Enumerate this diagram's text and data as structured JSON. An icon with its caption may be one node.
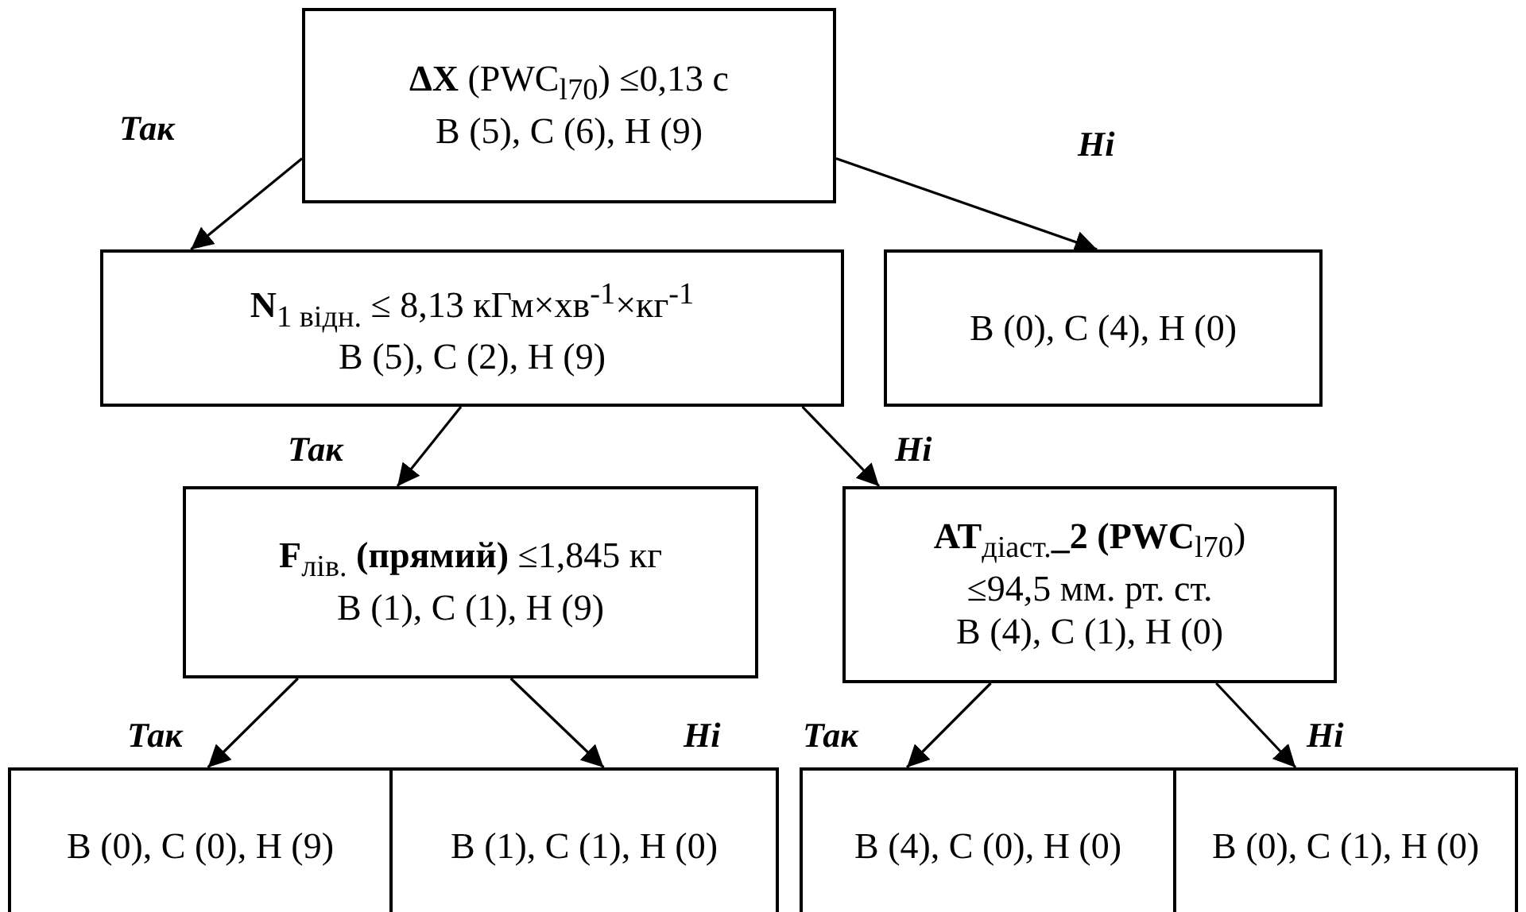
{
  "diagram": {
    "nodes": [
      {
        "text": [
          "**ΔX** (PWC$_{l70}$) ≤0,13 с",
          "В (5), С (6), Н (9)"
        ]
      },
      {
        "text": [
          "**N**$_{1 відн.}$ ≤ 8,13 кГм×хв$^{-1}$×кг$^{-1}$",
          "В (5), С (2), Н (9)"
        ]
      },
      {
        "text": [
          "В (0), С (4), Н (0)"
        ]
      },
      {
        "text": [
          "**F**$_{лів.}$ **(прямий)** ≤1,845 кг",
          "В (1), С (1), Н (9)"
        ]
      },
      {
        "text": [
          "**AT**$_{діаст.}$**_2 (PWC**$_{l70}$)",
          "≤94,5 мм. рт. ст.",
          "В (4), С (1), Н (0)"
        ]
      },
      {
        "text": [
          "В (0), С (0), Н (9)"
        ]
      },
      {
        "text": [
          "В (1), С (1), Н (0)"
        ]
      },
      {
        "text": [
          "В (4), С (0), Н (0)"
        ]
      },
      {
        "text": [
          "В (0), С (1), Н (0)"
        ]
      }
    ],
    "edges": [
      {
        "from": 0,
        "to": 1,
        "arrow": "to",
        "label": "Так"
      },
      {
        "from": 0,
        "to": 2,
        "arrow": "to",
        "label": "Ні"
      },
      {
        "from": 1,
        "to": 3,
        "arrow": "to",
        "label": "Так"
      },
      {
        "from": 1,
        "to": 4,
        "arrow": "to",
        "label": "Ні"
      },
      {
        "from": 3,
        "to": 5,
        "arrow": "to",
        "label": "Так"
      },
      {
        "from": 3,
        "to": 6,
        "arrow": "to",
        "label": "Ні"
      },
      {
        "from": 4,
        "to": 7,
        "arrow": "to",
        "label": "Так"
      },
      {
        "from": 4,
        "to": 8,
        "arrow": "to",
        "label": "Ні"
      }
    ]
  }
}
